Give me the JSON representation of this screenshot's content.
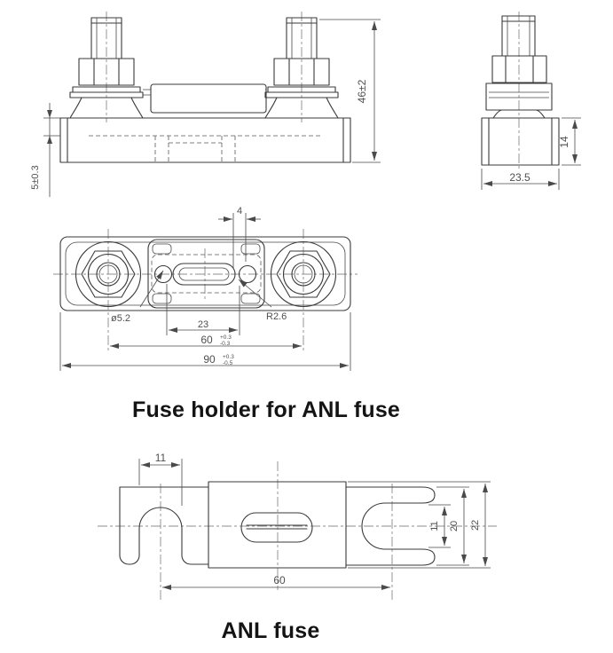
{
  "captions": {
    "holder": "Fuse holder for ANL fuse",
    "fuse": "ANL fuse"
  },
  "views": {
    "front": {
      "dim_overall_height": "46±2",
      "dim_recess_depth": "5±0.3"
    },
    "side": {
      "dim_base_height": "14",
      "dim_base_width": "23.5"
    },
    "top": {
      "dim_slot_offset": "4",
      "dim_hole_diameter": "ø5.2",
      "dim_slot_radius": "R2.6",
      "dim_slot_length": "23",
      "dim_stud_spacing": "60",
      "tol_stud_spacing_upper": "+0.3",
      "tol_stud_spacing_lower": "-0.3",
      "dim_overall_length": "90",
      "tol_overall_length_upper": "+0.3",
      "tol_overall_length_lower": "-0.5"
    },
    "fuse": {
      "dim_slot_width": "11",
      "dim_center_spacing": "60",
      "dim_fork_slot_width": "11",
      "dim_terminal_height": "20",
      "dim_body_height": "22"
    }
  },
  "colors": {
    "line": "#3a3a3a",
    "dimension": "#4f4f4f",
    "caption": "#141414",
    "background": "#ffffff"
  }
}
